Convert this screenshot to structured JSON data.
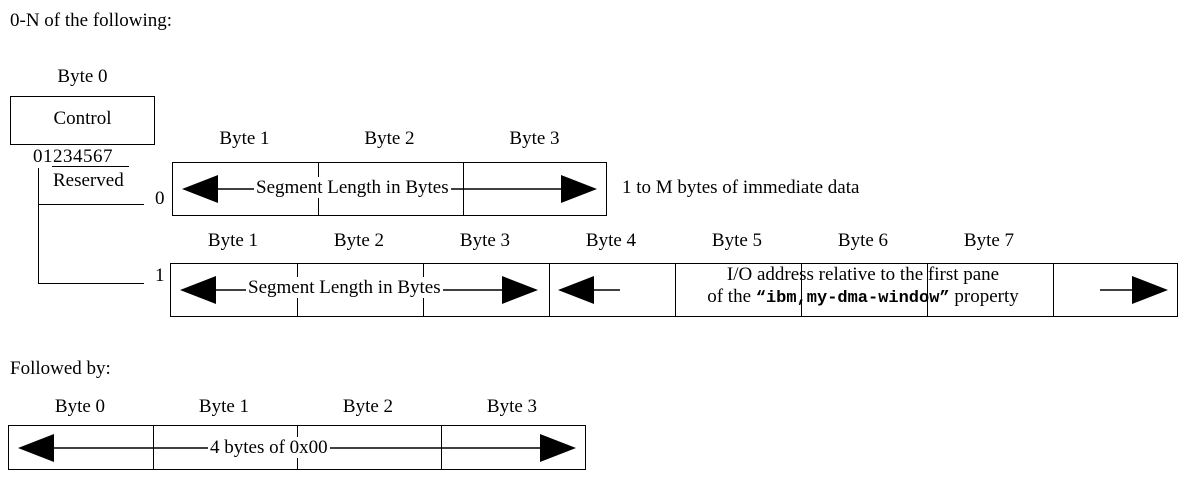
{
  "headings": {
    "intro": "0-N of the following:",
    "followed_by": "Followed by:"
  },
  "control_byte": {
    "byte_label": "Byte 0",
    "name": "Control",
    "bit_digits": "01234567",
    "reserved_label": "Reserved",
    "branch_labels": [
      "0",
      "1"
    ]
  },
  "row_immediate": {
    "byte_headers": [
      "Byte 1",
      "Byte 2",
      "Byte 3"
    ],
    "field_label": "Segment Length in Bytes",
    "side_note": "1 to M bytes of immediate data"
  },
  "row_dma": {
    "byte_headers": [
      "Byte 1",
      "Byte 2",
      "Byte 3",
      "Byte 4",
      "Byte 5",
      "Byte 6",
      "Byte 7"
    ],
    "field_label": "Segment Length in Bytes",
    "address_line1": "I/O address relative to the first pane",
    "address_line2_prefix": "of the ",
    "address_property": "“ibm,my-dma-window”",
    "address_line2_suffix": " property"
  },
  "row_trailer": {
    "byte_headers": [
      "Byte 0",
      "Byte 1",
      "Byte 2",
      "Byte 3"
    ],
    "field_label": "4 bytes of 0x00"
  },
  "colors": {
    "ink": "#000000",
    "background": "#ffffff"
  }
}
